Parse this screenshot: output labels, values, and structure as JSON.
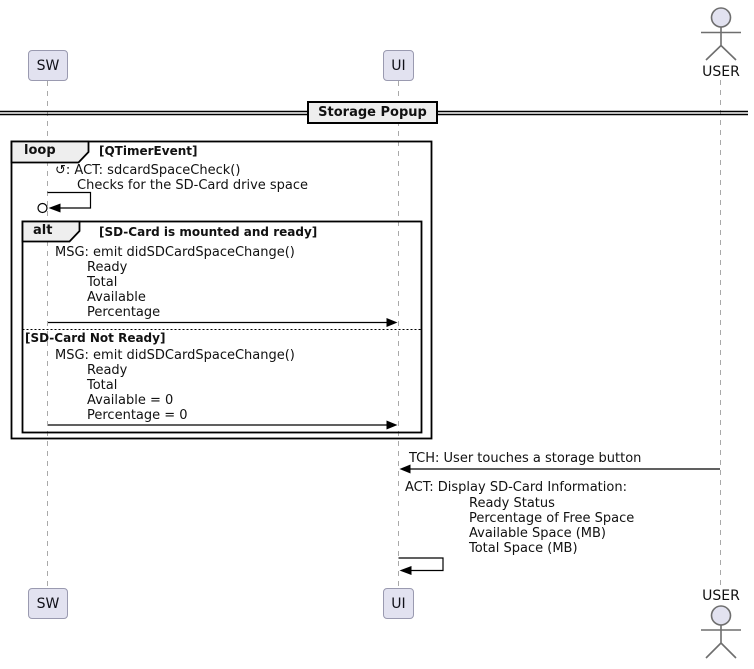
{
  "participants": {
    "sw": "SW",
    "ui": "UI",
    "user": "USER"
  },
  "divider": {
    "title": "Storage Popup"
  },
  "loop_fragment": {
    "operator": "loop",
    "guard": "[QTimerEvent]"
  },
  "alt_fragment": {
    "operator": "alt",
    "guard_then": "[SD-Card is mounted and ready]",
    "guard_else": "[SD-Card Not Ready]"
  },
  "messages": {
    "space_check": {
      "line1": "↺: ACT: sdcardSpaceCheck()",
      "line2": "Checks for the SD-Card drive space"
    },
    "emit_ready": {
      "line1": "MSG: emit didSDCardSpaceChange()",
      "line2": "Ready",
      "line3": "Total",
      "line4": "Available",
      "line5": "Percentage"
    },
    "emit_not_ready": {
      "line1": "MSG: emit didSDCardSpaceChange()",
      "line2": "Ready",
      "line3": "Total",
      "line4": "Available = 0",
      "line5": "Percentage = 0"
    },
    "touch": {
      "line1": "TCH: User touches a storage button"
    },
    "display": {
      "line1": "ACT: Display SD-Card Information:",
      "line2": "Ready Status",
      "line3": "Percentage of Free Space",
      "line4": "Available Space (MB)",
      "line5": "Total Space (MB)"
    }
  },
  "colors": {
    "participant_fill": "#E2E2F0",
    "participant_border": "#9a9ab0",
    "fragment_header_fill": "#EEEEEE",
    "lifeline": "#A9A9A9",
    "line": "#000000",
    "actor_line": "#6e6e6e"
  }
}
